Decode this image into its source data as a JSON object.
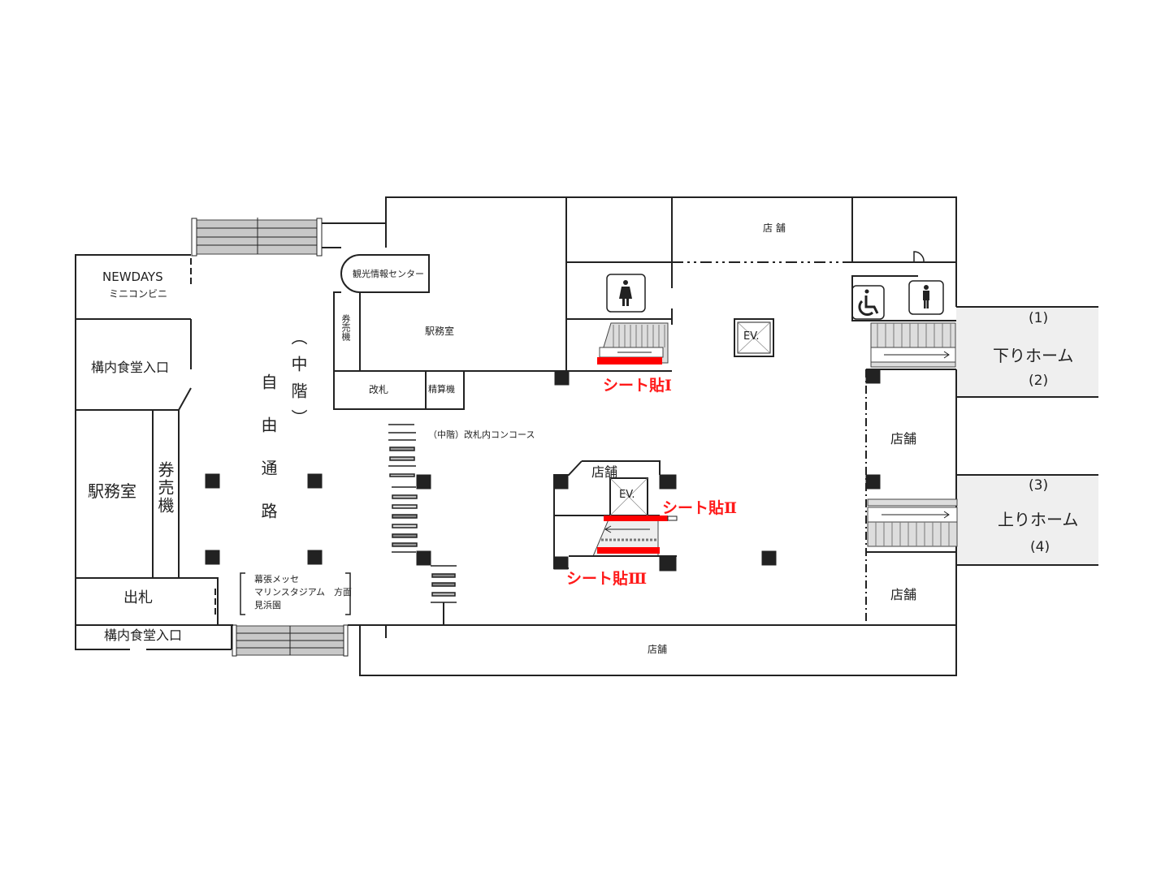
{
  "labels": {
    "newdays": "NEWDAYS",
    "minicombini": "ミニコンビニ",
    "cafeteria_entrance_upper": "構内食堂入口",
    "cafeteria_entrance_lower": "構内食堂入口",
    "station_office_left": "駅務室",
    "ticket_machine_left": "券売機",
    "ticket_office": "出札",
    "free_passage": "自由通路",
    "mezzanine": "︵中階︶",
    "tourist_info": "観光情報センター",
    "ticket_machine_small": "券売機",
    "station_office_center": "駅務室",
    "gate": "改札",
    "fare_adjust": "精算機",
    "concourse": "（中階）改札内コンコース",
    "direction_line1": "幕張メッセ",
    "direction_line2": "マリンスタジアム　方面",
    "direction_line3": "見浜園",
    "shop_top": "店 舗",
    "shop_center": "店舗",
    "shop_right_upper": "店舗",
    "shop_right_lower": "店舗",
    "shop_bottom": "店舗",
    "ev1": "EV.",
    "ev2": "EV.",
    "sheet1": "シート貼Ⅰ",
    "sheet2": "シート貼Ⅱ",
    "sheet3": "シート貼Ⅲ",
    "down_platform": "下りホーム",
    "platform1": "(1)",
    "platform2": "(2)",
    "up_platform": "上りホーム",
    "platform3": "(3)",
    "platform4": "(4)"
  },
  "colors": {
    "marker": "#ff0000",
    "platform": "#efefef",
    "stairs": "#c8c8c8",
    "wall": "#222222"
  },
  "icons": [
    "female-toilet-icon",
    "male-toilet-icon",
    "wheelchair-icon",
    "elevator-icon",
    "pillar-icon"
  ]
}
